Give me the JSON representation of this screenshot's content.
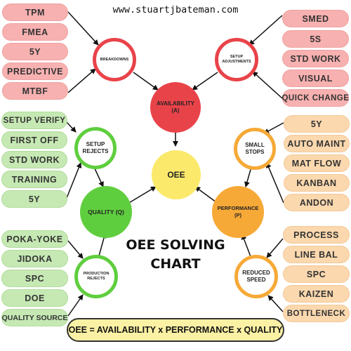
{
  "header": {
    "url": "www.stuartjbateman.com"
  },
  "title": {
    "line1": "OEE SOLVING",
    "line2": "CHART"
  },
  "formula": "OEE = AVAILABILITY x PERFORMANCE x QUALITY",
  "center": {
    "label": "OEE"
  },
  "hubs": {
    "availability": {
      "label": "AVAILABILITY",
      "sub": "(A)"
    },
    "quality": {
      "label": "QUALITY (Q)"
    },
    "performance": {
      "label": "PERFORMANCE",
      "sub": "(P)"
    }
  },
  "subnodes": {
    "breakdowns": "BREAKDOWNS",
    "setup_adjustments": {
      "line1": "SETUP",
      "line2": "ADJUSTMENTS"
    },
    "setup_rejects": {
      "line1": "SETUP",
      "line2": "REJECTS"
    },
    "small_stops": {
      "line1": "SMALL",
      "line2": "STOPS"
    },
    "production_rejects": {
      "line1": "PRODUCTION",
      "line2": "REJECTS"
    },
    "reduced_speed": {
      "line1": "REDUCED",
      "line2": "SPEED"
    }
  },
  "lists": {
    "breakdowns": [
      "TPM",
      "FMEA",
      "5Y",
      "PREDICTIVE",
      "MTBF"
    ],
    "setup_adjustments": [
      "SMED",
      "5S",
      "STD WORK",
      "VISUAL",
      "QUICK CHANGE"
    ],
    "setup_rejects": [
      "SETUP VERIFY",
      "FIRST OFF",
      "STD WORK",
      "TRAINING",
      "5Y"
    ],
    "small_stops": [
      "5Y",
      "AUTO MAINT",
      "MAT FLOW",
      "KANBAN",
      "ANDON"
    ],
    "production_rejects": [
      "POKA-YOKE",
      "JIDOKA",
      "SPC",
      "DOE",
      "QUALITY SOURCE"
    ],
    "reduced_speed": [
      "PROCESS",
      "LINE BAL",
      "SPC",
      "KAIZEN",
      "BOTTLENECK"
    ]
  },
  "colors": {
    "red_pill": "#f7b1b0",
    "green_pill": "#c6e9b4",
    "orange_pill": "#fbd8ae",
    "availability": "#e9434a",
    "quality": "#5fce3e",
    "performance": "#f6a937",
    "oee": "#fbe96b",
    "formula_bg": "#fbf1a4"
  }
}
